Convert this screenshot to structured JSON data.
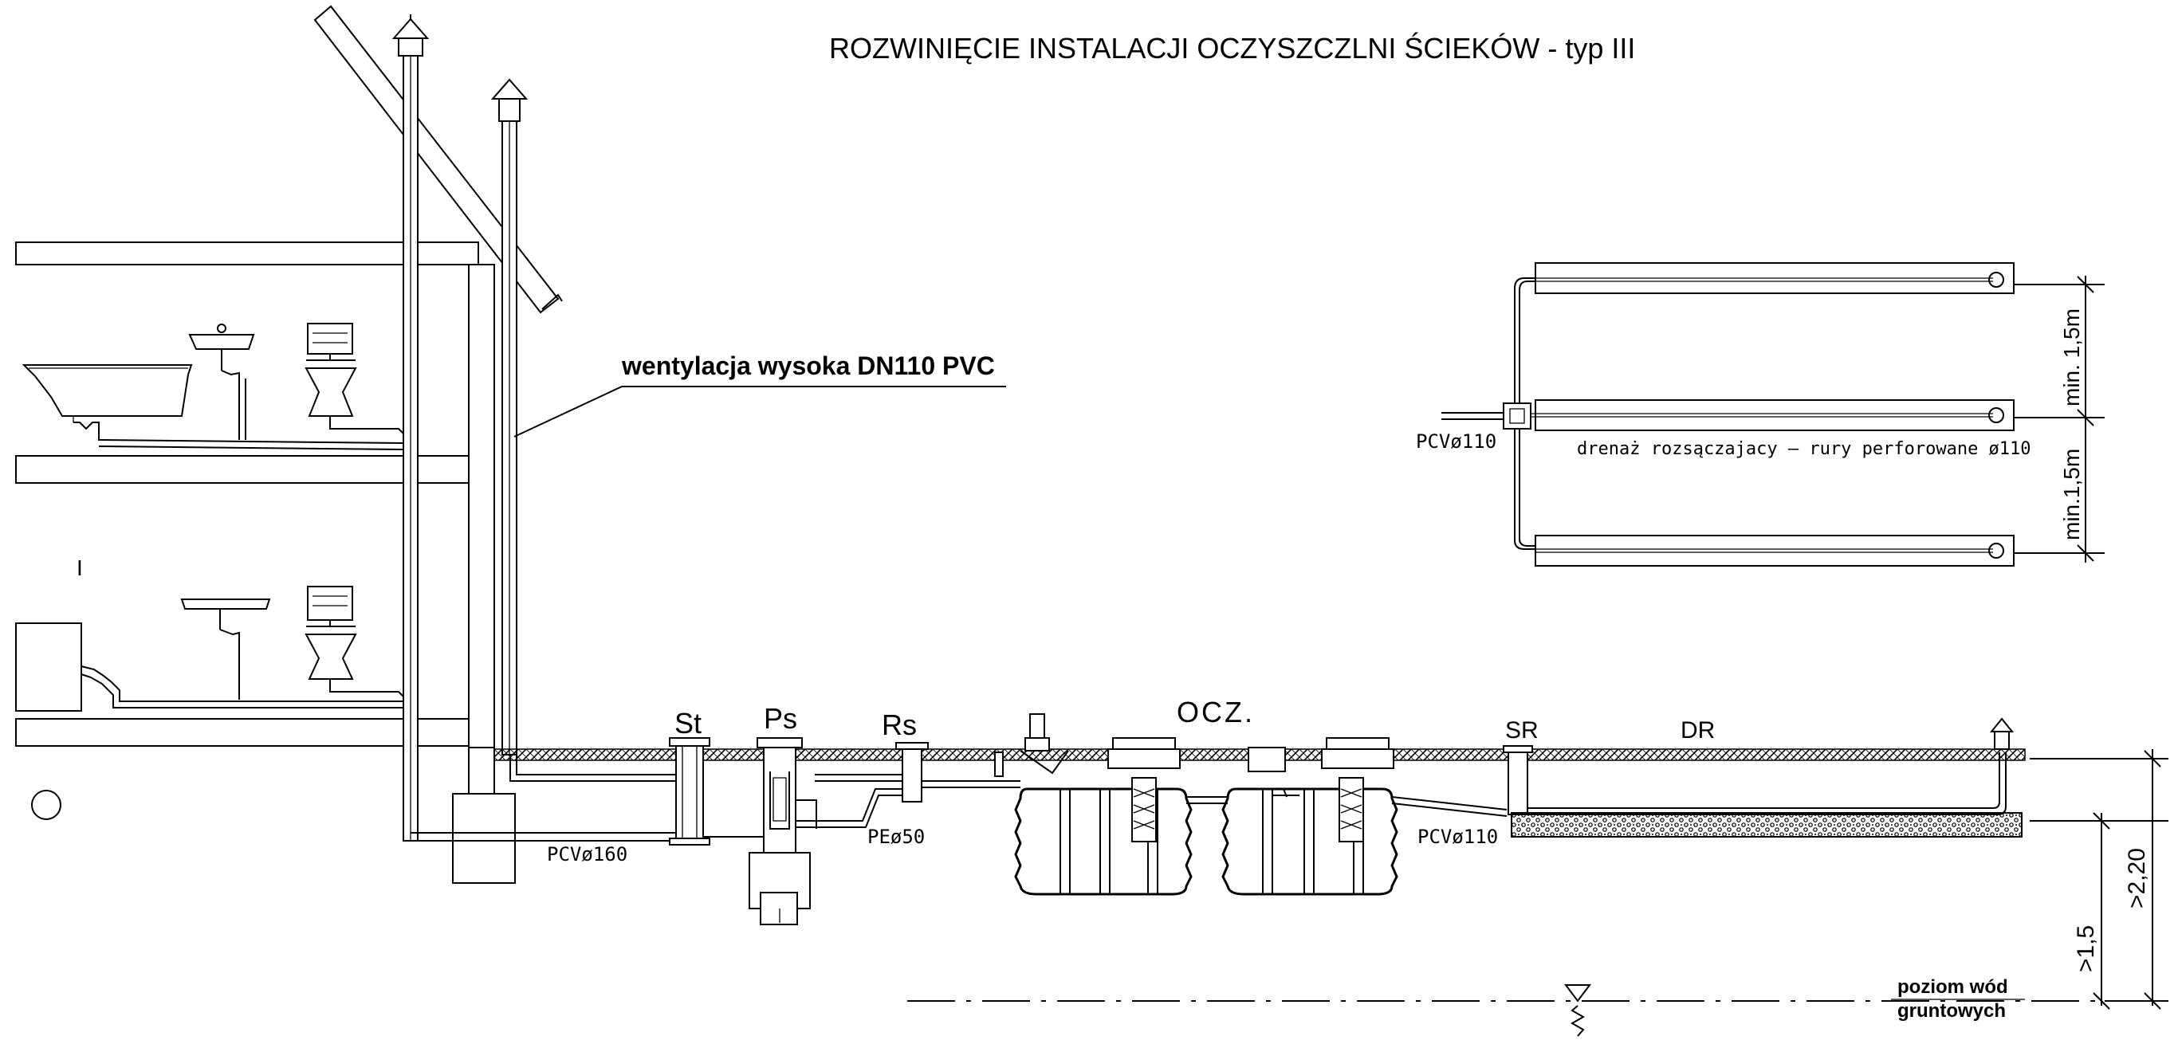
{
  "title": "ROZWINIĘCIE INSTALACJI OCZYSZCZLNI ŚCIEKÓW  - typ III",
  "labels": {
    "ventilation": "wentylacja wysoka DN110 PVC",
    "pipe_main": "PCVø160",
    "pipe_pe": "PEø50",
    "pipe_drain_out": "PCVø110",
    "pipe_plan": "PCVø110",
    "drainage": "drenaż rozsączajacy – rury perforowane ø110",
    "st": "St",
    "ps": "Ps",
    "rs": "Rs",
    "ocz": "OCZ.",
    "sr": "SR",
    "dr": "DR",
    "groundwater_line1": "poziom wód",
    "groundwater_line2": "gruntowych",
    "roman_one": "I"
  },
  "dimensions": {
    "spacing_top": "min. 1,5m",
    "spacing_bottom": "min.1,5m",
    "depth_total": ">2,20",
    "depth_water": ">1,5"
  }
}
